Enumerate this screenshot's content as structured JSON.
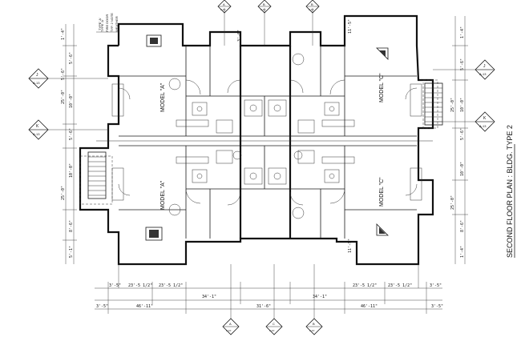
{
  "sheet_title": "SECOND FLOOR PLAN : BLDG. TYPE 2",
  "units": {
    "upper_left": "MODEL \"A\"",
    "lower_left": "MODEL \"A\"",
    "upper_right": "MODEL \"C\"",
    "lower_right": "MODEL \"C\""
  },
  "callouts": {
    "left_top": {
      "num": "J",
      "sheet": "A-13"
    },
    "left_mid": {
      "num": "K",
      "sheet": "A-13"
    },
    "right_top": {
      "num": "J",
      "sheet": "A-13"
    },
    "right_mid": {
      "num": "K",
      "sheet": "A-13"
    },
    "top_1": {
      "num": "A",
      "sheet": "A-10"
    },
    "top_2": {
      "num": "B",
      "sheet": "A-10"
    },
    "top_3": {
      "num": "B",
      "sheet": "A-10"
    },
    "bottom_1": {
      "num": "A",
      "sheet": "A-10"
    },
    "bottom_2": {
      "num": "C",
      "sheet": "A-10"
    },
    "bottom_3": {
      "num": "B",
      "sheet": "A-10"
    }
  },
  "fireplace_note": [
    "TYPE 'A'",
    "FIRE DOOR",
    "TYP. 2 NOTE",
    "WEATHER"
  ],
  "dimensions": {
    "left_side": [
      "1'-4\"",
      "5'-6\"",
      "5'-6\"",
      "25'-0\"",
      "10'-0\"",
      "5'-6\"",
      "10'-0\"",
      "25'-0\"",
      "8'-6\"",
      "5'-1\""
    ],
    "right_side": [
      "1'-4\"",
      "5'-6\"",
      "25'-0\"",
      "10'-0\"",
      "5'-6\"",
      "10'-0\"",
      "25'-0\"",
      "8'-6\"",
      "1'-4\""
    ],
    "bottom_row_1": [
      "3'-5\"",
      "23'-5 1/2\"",
      "23'-5 1/2\"",
      "34'-1\"",
      "34'-1\"",
      "23'-5 1/2\"",
      "23'-5 1/2\"",
      "3'-5\""
    ],
    "bottom_row_2": [
      "3'-5\"",
      "46'-11\"",
      "31'-6\"",
      "46'-11\"",
      "3'-5\""
    ],
    "top_misc": [
      "3'-6\"",
      "11'-5\"",
      "11'-5\""
    ]
  }
}
